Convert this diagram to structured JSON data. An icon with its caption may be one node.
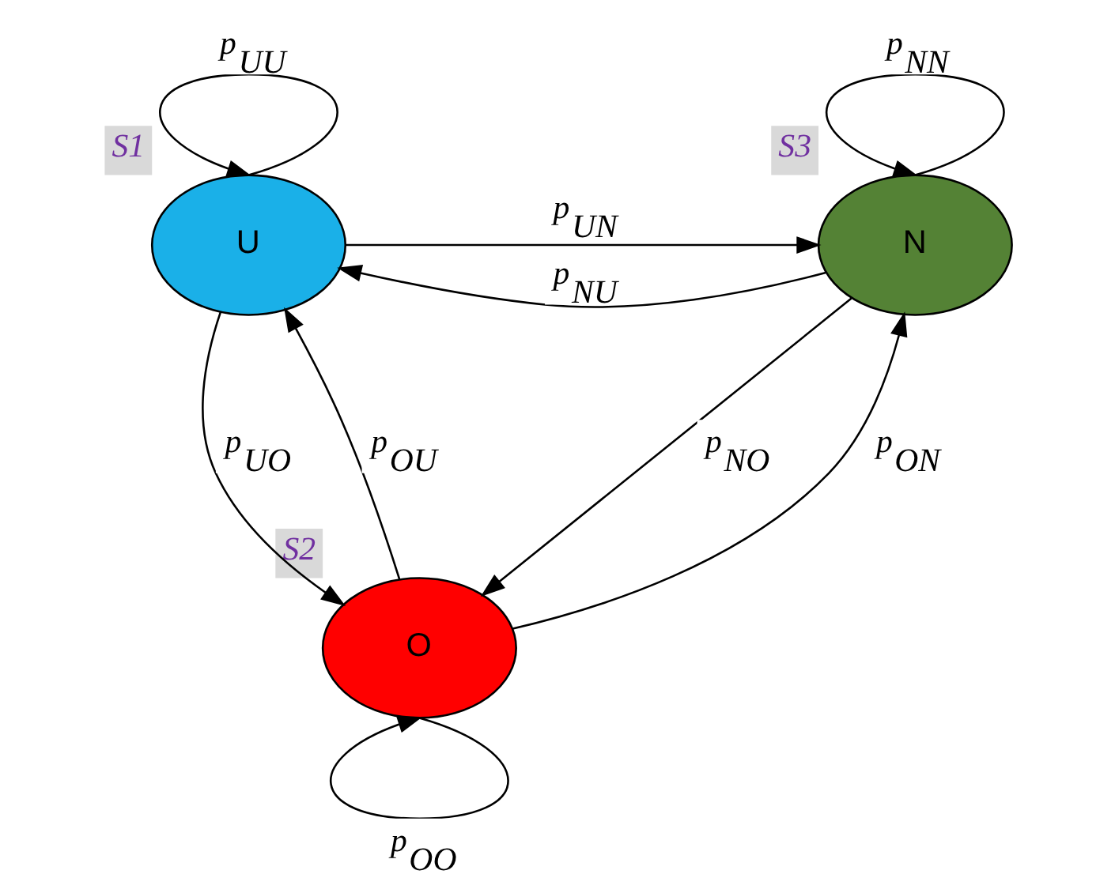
{
  "diagram": {
    "nodes": [
      {
        "text": [
          "U"
        ],
        "beside": [
          "S1"
        ]
      },
      {
        "text": [
          "N"
        ],
        "beside": [
          "S3"
        ]
      },
      {
        "text": [
          "O"
        ],
        "beside": [
          "S2"
        ]
      }
    ],
    "edges": [
      {
        "from": 0,
        "to": 0,
        "arrow": "to",
        "label": "p$_{UU}$"
      },
      {
        "from": 1,
        "to": 1,
        "arrow": "to",
        "label": "p$_{NN}$"
      },
      {
        "from": 0,
        "to": 1,
        "arrow": "to",
        "label": "p$_{UN}$"
      },
      {
        "from": 1,
        "to": 0,
        "arrow": "to",
        "label": "p$_{NU}$"
      },
      {
        "from": 0,
        "to": 2,
        "arrow": "to",
        "label": "p$_{UO}$"
      },
      {
        "from": 1,
        "to": 2,
        "arrow": "to",
        "label": "p$_{NO}$"
      },
      {
        "from": 2,
        "to": 0,
        "arrow": "to",
        "label": "p$_{OU}$"
      },
      {
        "from": 2,
        "to": 1,
        "arrow": "to",
        "label": "p$_{ON}$"
      },
      {
        "from": 2,
        "to": 2,
        "arrow": "to",
        "label": "p$_{OO}$"
      }
    ]
  }
}
